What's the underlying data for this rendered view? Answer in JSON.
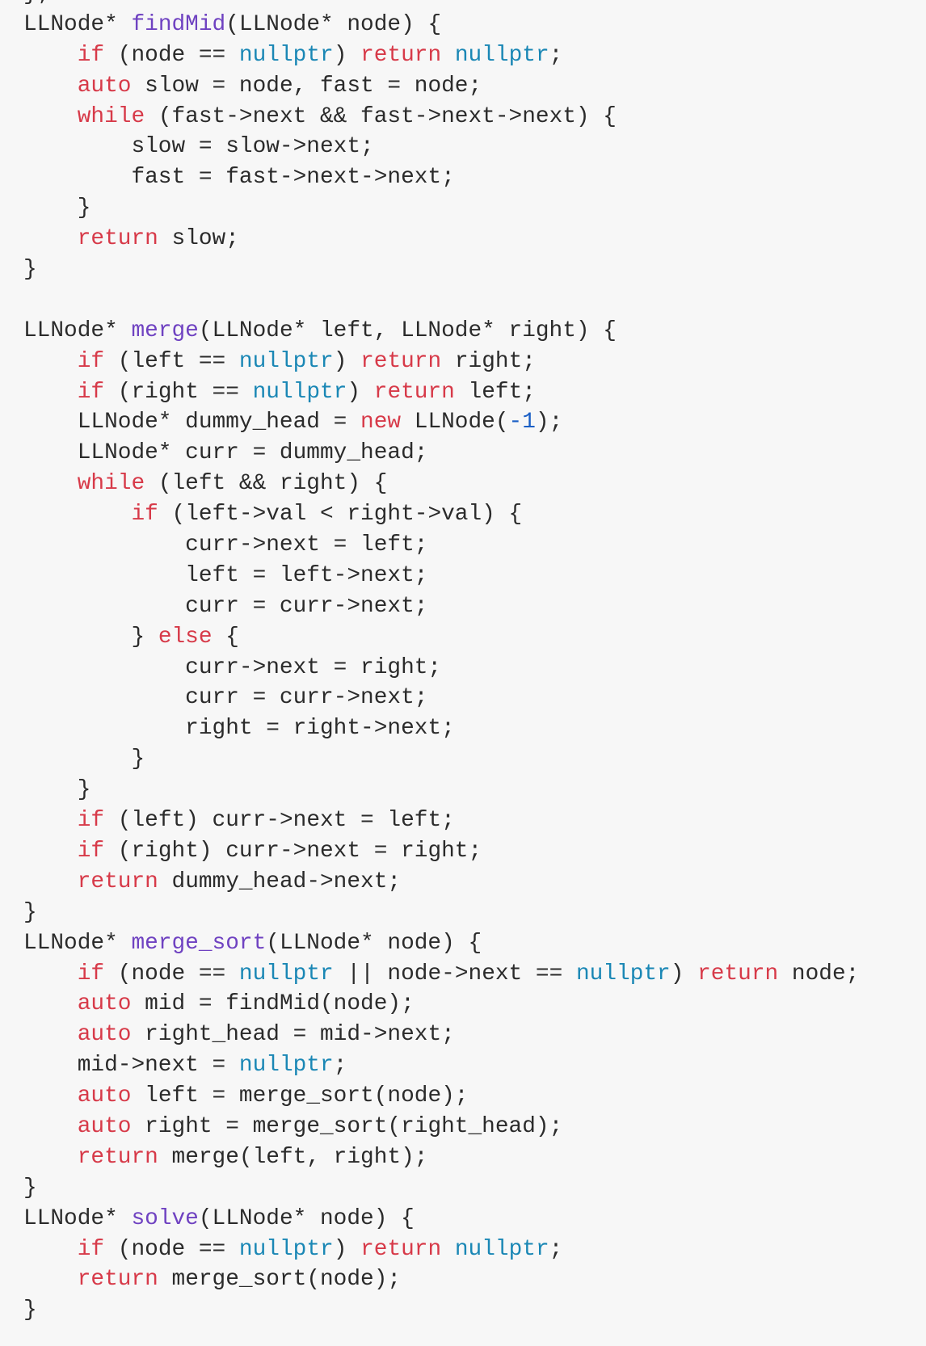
{
  "code": {
    "language": "cpp",
    "colors": {
      "keyword": "#d73a49",
      "constant": "#1a87b5",
      "function": "#6f42c1",
      "number": "#1a5fc5",
      "text": "#2b2b2b",
      "background": "#f7f7f7"
    },
    "lines": [
      [
        [
          "};",
          "p"
        ]
      ],
      [
        [
          "LLNode* ",
          "p"
        ],
        [
          "findMid",
          "f"
        ],
        [
          "(LLNode* node) {",
          "p"
        ]
      ],
      [
        [
          "    ",
          "p"
        ],
        [
          "if",
          "k"
        ],
        [
          " (node == ",
          "p"
        ],
        [
          "nullptr",
          "n"
        ],
        [
          ") ",
          "p"
        ],
        [
          "return",
          "k"
        ],
        [
          " ",
          "p"
        ],
        [
          "nullptr",
          "n"
        ],
        [
          ";",
          "p"
        ]
      ],
      [
        [
          "    ",
          "p"
        ],
        [
          "auto",
          "k"
        ],
        [
          " slow = node, fast = node;",
          "p"
        ]
      ],
      [
        [
          "    ",
          "p"
        ],
        [
          "while",
          "k"
        ],
        [
          " (fast->next && fast->next->next) {",
          "p"
        ]
      ],
      [
        [
          "        slow = slow->next;",
          "p"
        ]
      ],
      [
        [
          "        fast = fast->next->next;",
          "p"
        ]
      ],
      [
        [
          "    }",
          "p"
        ]
      ],
      [
        [
          "    ",
          "p"
        ],
        [
          "return",
          "k"
        ],
        [
          " slow;",
          "p"
        ]
      ],
      [
        [
          "}",
          "p"
        ]
      ],
      [
        [
          "",
          "p"
        ]
      ],
      [
        [
          "LLNode* ",
          "p"
        ],
        [
          "merge",
          "f"
        ],
        [
          "(LLNode* left, LLNode* right) {",
          "p"
        ]
      ],
      [
        [
          "    ",
          "p"
        ],
        [
          "if",
          "k"
        ],
        [
          " (left == ",
          "p"
        ],
        [
          "nullptr",
          "n"
        ],
        [
          ") ",
          "p"
        ],
        [
          "return",
          "k"
        ],
        [
          " right;",
          "p"
        ]
      ],
      [
        [
          "    ",
          "p"
        ],
        [
          "if",
          "k"
        ],
        [
          " (right == ",
          "p"
        ],
        [
          "nullptr",
          "n"
        ],
        [
          ") ",
          "p"
        ],
        [
          "return",
          "k"
        ],
        [
          " left;",
          "p"
        ]
      ],
      [
        [
          "    LLNode* dummy_head = ",
          "p"
        ],
        [
          "new",
          "k"
        ],
        [
          " LLNode(",
          "p"
        ],
        [
          "-1",
          "num"
        ],
        [
          ");",
          "p"
        ]
      ],
      [
        [
          "    LLNode* curr = dummy_head;",
          "p"
        ]
      ],
      [
        [
          "    ",
          "p"
        ],
        [
          "while",
          "k"
        ],
        [
          " (left && right) {",
          "p"
        ]
      ],
      [
        [
          "        ",
          "p"
        ],
        [
          "if",
          "k"
        ],
        [
          " (left->val < right->val) {",
          "p"
        ]
      ],
      [
        [
          "            curr->next = left;",
          "p"
        ]
      ],
      [
        [
          "            left = left->next;",
          "p"
        ]
      ],
      [
        [
          "            curr = curr->next;",
          "p"
        ]
      ],
      [
        [
          "        } ",
          "p"
        ],
        [
          "else",
          "k"
        ],
        [
          " {",
          "p"
        ]
      ],
      [
        [
          "            curr->next = right;",
          "p"
        ]
      ],
      [
        [
          "            curr = curr->next;",
          "p"
        ]
      ],
      [
        [
          "            right = right->next;",
          "p"
        ]
      ],
      [
        [
          "        }",
          "p"
        ]
      ],
      [
        [
          "    }",
          "p"
        ]
      ],
      [
        [
          "    ",
          "p"
        ],
        [
          "if",
          "k"
        ],
        [
          " (left) curr->next = left;",
          "p"
        ]
      ],
      [
        [
          "    ",
          "p"
        ],
        [
          "if",
          "k"
        ],
        [
          " (right) curr->next = right;",
          "p"
        ]
      ],
      [
        [
          "    ",
          "p"
        ],
        [
          "return",
          "k"
        ],
        [
          " dummy_head->next;",
          "p"
        ]
      ],
      [
        [
          "}",
          "p"
        ]
      ],
      [
        [
          "LLNode* ",
          "p"
        ],
        [
          "merge_sort",
          "f"
        ],
        [
          "(LLNode* node) {",
          "p"
        ]
      ],
      [
        [
          "    ",
          "p"
        ],
        [
          "if",
          "k"
        ],
        [
          " (node == ",
          "p"
        ],
        [
          "nullptr",
          "n"
        ],
        [
          " || node->next == ",
          "p"
        ],
        [
          "nullptr",
          "n"
        ],
        [
          ") ",
          "p"
        ],
        [
          "return",
          "k"
        ],
        [
          " node;",
          "p"
        ]
      ],
      [
        [
          "    ",
          "p"
        ],
        [
          "auto",
          "k"
        ],
        [
          " mid = findMid(node);",
          "p"
        ]
      ],
      [
        [
          "    ",
          "p"
        ],
        [
          "auto",
          "k"
        ],
        [
          " right_head = mid->next;",
          "p"
        ]
      ],
      [
        [
          "    mid->next = ",
          "p"
        ],
        [
          "nullptr",
          "n"
        ],
        [
          ";",
          "p"
        ]
      ],
      [
        [
          "    ",
          "p"
        ],
        [
          "auto",
          "k"
        ],
        [
          " left = merge_sort(node);",
          "p"
        ]
      ],
      [
        [
          "    ",
          "p"
        ],
        [
          "auto",
          "k"
        ],
        [
          " right = merge_sort(right_head);",
          "p"
        ]
      ],
      [
        [
          "    ",
          "p"
        ],
        [
          "return",
          "k"
        ],
        [
          " merge(left, right);",
          "p"
        ]
      ],
      [
        [
          "}",
          "p"
        ]
      ],
      [
        [
          "LLNode* ",
          "p"
        ],
        [
          "solve",
          "f"
        ],
        [
          "(LLNode* node) {",
          "p"
        ]
      ],
      [
        [
          "    ",
          "p"
        ],
        [
          "if",
          "k"
        ],
        [
          " (node == ",
          "p"
        ],
        [
          "nullptr",
          "n"
        ],
        [
          ") ",
          "p"
        ],
        [
          "return",
          "k"
        ],
        [
          " ",
          "p"
        ],
        [
          "nullptr",
          "n"
        ],
        [
          ";",
          "p"
        ]
      ],
      [
        [
          "    ",
          "p"
        ],
        [
          "return",
          "k"
        ],
        [
          " merge_sort(node);",
          "p"
        ]
      ],
      [
        [
          "}",
          "p"
        ]
      ]
    ]
  }
}
